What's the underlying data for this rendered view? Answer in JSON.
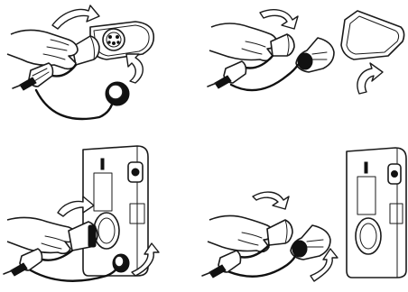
{
  "figure": {
    "panels": [
      {
        "step": "connect-plug-to-vehicle",
        "icons": [
          "hand-icon",
          "connector-icon",
          "vehicle-inlet-icon",
          "arrow-icon",
          "dust-cap-icon"
        ]
      },
      {
        "step": "remove-vehicle-cover",
        "icons": [
          "hand-icon",
          "connector-icon",
          "cover-icon",
          "arrow-icon",
          "dust-cap-icon"
        ]
      },
      {
        "step": "connect-plug-to-charger",
        "icons": [
          "hand-icon",
          "connector-icon",
          "wallbox-icon",
          "arrow-icon",
          "dust-cap-icon"
        ]
      },
      {
        "step": "remove-charger-cap",
        "icons": [
          "hand-icon",
          "connector-icon",
          "wallbox-icon",
          "arrow-icon",
          "dust-cap-icon"
        ]
      }
    ],
    "colors": {
      "ink": "#1a1a1a",
      "background": "#ffffff"
    }
  }
}
